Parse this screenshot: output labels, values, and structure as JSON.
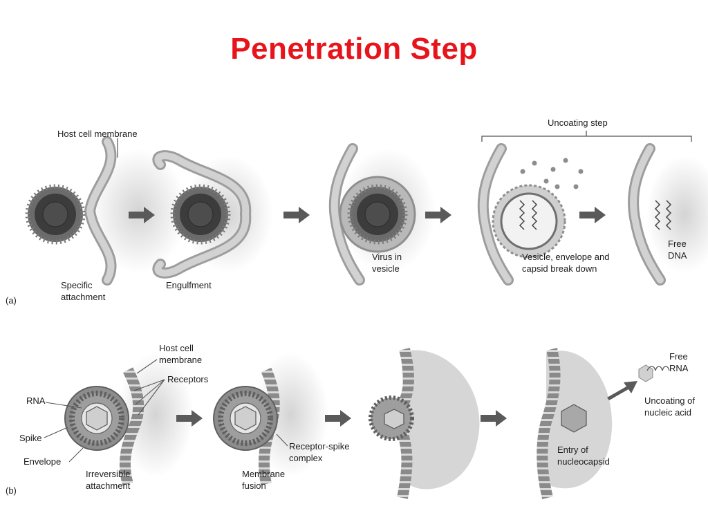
{
  "slide": {
    "title": "Penetration Step"
  },
  "panel_a": {
    "letter": "(a)",
    "host_cell_membrane": "Host cell membrane",
    "specific_attachment": [
      "Specific",
      "attachment"
    ],
    "engulfment": "Engulfment",
    "virus_in_vesicle": [
      "Virus in",
      "vesicle"
    ],
    "uncoating_step": "Uncoating step",
    "vesicle_breakdown": [
      "Vesicle, envelope and",
      "capsid break down"
    ],
    "free_dna": [
      "Free",
      "DNA"
    ]
  },
  "panel_b": {
    "letter": "(b)",
    "host_cell_membrane": [
      "Host cell",
      "membrane"
    ],
    "receptors": "Receptors",
    "rna": "RNA",
    "spike": "Spike",
    "envelope": "Envelope",
    "irreversible_attachment": [
      "Irreversible",
      "attachment"
    ],
    "receptor_spike_complex": [
      "Receptor-spike",
      "complex"
    ],
    "membrane_fusion": [
      "Membrane",
      "fusion"
    ],
    "entry_of_nucleocapsid": [
      "Entry of",
      "nucleocapsid"
    ],
    "free_rna": [
      "Free",
      "RNA"
    ],
    "uncoating_nucleic_acid": [
      "Uncoating of",
      "nucleic acid"
    ]
  },
  "colors": {
    "title": "#e8141c",
    "membrane": "#bdbdbd",
    "virus_core": "#4a4a4a",
    "arrow": "#5a5a5a"
  }
}
